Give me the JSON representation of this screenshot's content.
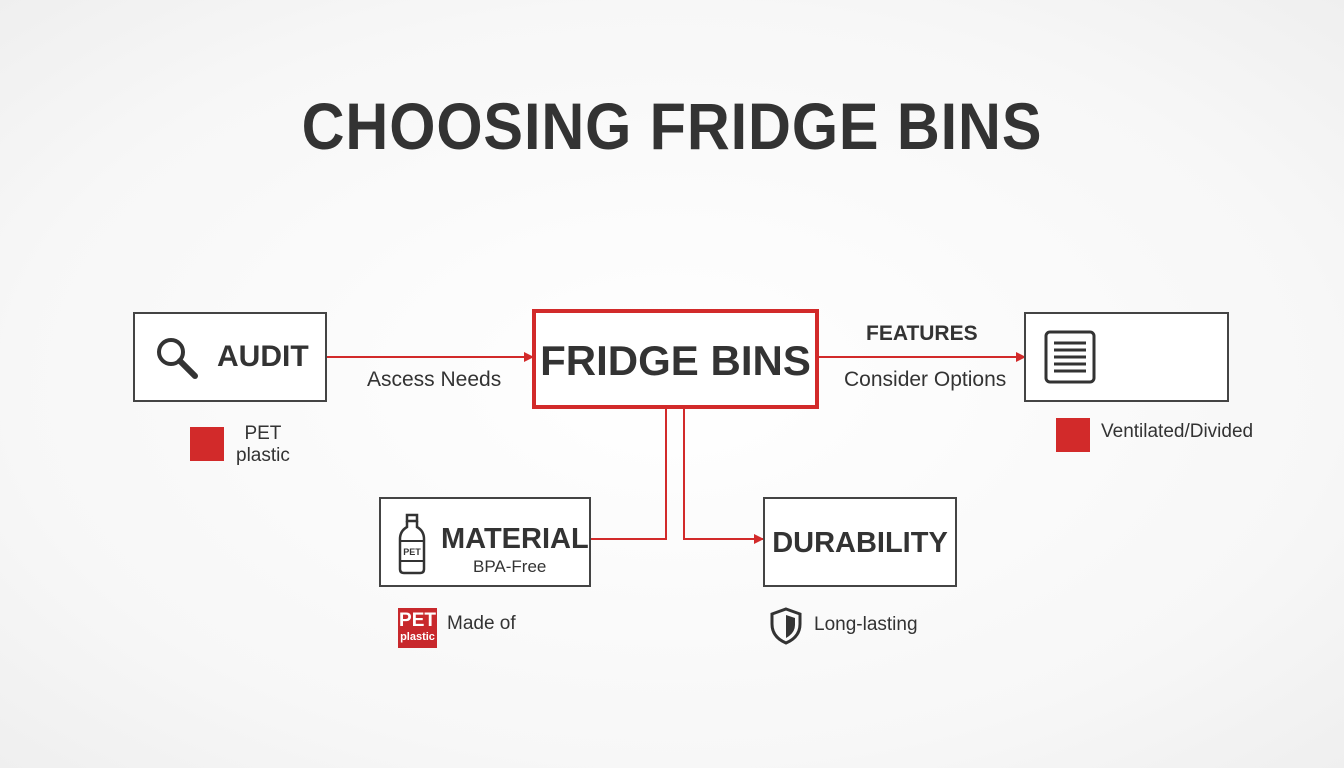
{
  "title": "CHOOSING FRIDGE BINS",
  "accent_color": "#d22a2a",
  "center": {
    "label": "FRIDGE BINS"
  },
  "audit": {
    "label": "AUDIT",
    "icon": "magnifier-icon",
    "edge_label": "Ascess Needs",
    "note": {
      "line1": "PET",
      "line2": "plastic"
    }
  },
  "features": {
    "edge_label": "FEATURES",
    "edge_sublabel": "Consider Options",
    "icon": "document-lines-icon",
    "note": "Ventilated/Divided"
  },
  "material": {
    "label": "MATERIAL",
    "sublabel": "BPA-Free",
    "icon": "bottle-icon",
    "icon_text": "PET",
    "badge": {
      "line1": "PET",
      "line2": "plastic"
    },
    "note": "Made of"
  },
  "durability": {
    "label": "DURABILITY",
    "icon": "shield-icon",
    "note": "Long-lasting"
  }
}
